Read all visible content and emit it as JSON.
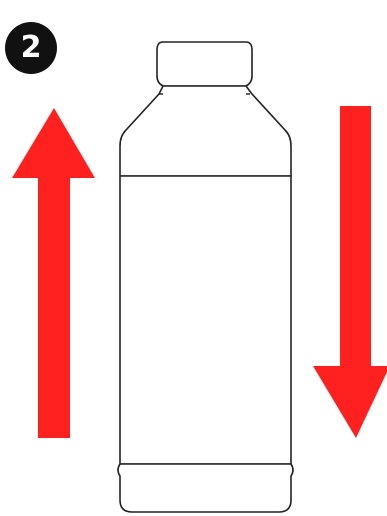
{
  "step": {
    "number": "2"
  },
  "arrows": {
    "up": {
      "direction": "up",
      "color": "#ff2020"
    },
    "down": {
      "direction": "down",
      "color": "#ff2020"
    }
  },
  "bottle": {
    "outline_color": "#222222",
    "fill": "#ffffff"
  },
  "badge_color": "#111111"
}
